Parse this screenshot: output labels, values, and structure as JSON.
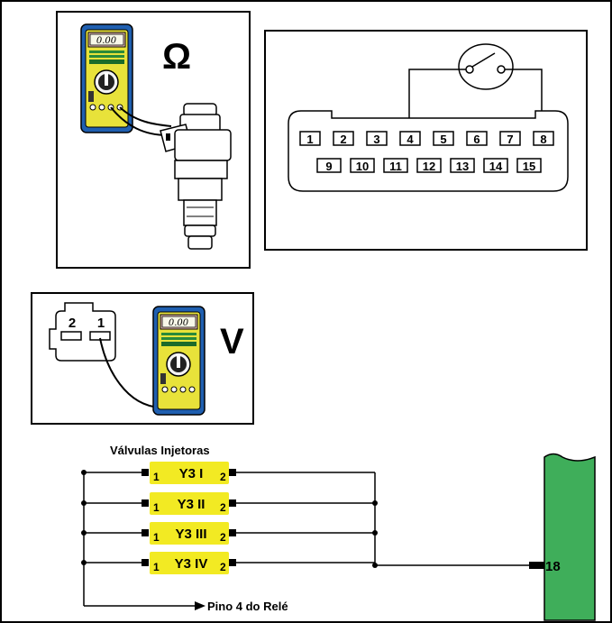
{
  "ohm_symbol": "Ω",
  "volt_symbol": "V",
  "meter_display": "0.00",
  "connector_pins_top": [
    "1",
    "2",
    "3",
    "4",
    "5",
    "6",
    "7",
    "8"
  ],
  "connector_pins_bottom": [
    "9",
    "10",
    "11",
    "12",
    "13",
    "14",
    "15"
  ],
  "plug_pins": [
    "2",
    "1"
  ],
  "injectors_title": "Válvulas Injetoras",
  "injectors": [
    {
      "name": "Y3 I",
      "pin_left": "1",
      "pin_right": "2"
    },
    {
      "name": "Y3 II",
      "pin_left": "1",
      "pin_right": "2"
    },
    {
      "name": "Y3 III",
      "pin_left": "1",
      "pin_right": "2"
    },
    {
      "name": "Y3 IV",
      "pin_left": "1",
      "pin_right": "2"
    }
  ],
  "ecu_pin": "18",
  "relay_label": "Pino 4 do Relé",
  "colors": {
    "injector_yellow": "#f2ea23",
    "ecu_green": "#3fae5a",
    "meter_blue": "#1f5fb0",
    "meter_yellow": "#e8e23a"
  }
}
